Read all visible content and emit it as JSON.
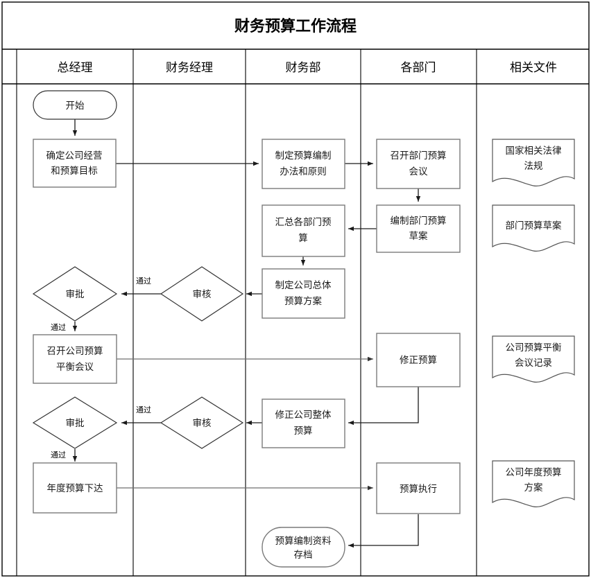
{
  "document": {
    "title": "财务预算工作流程"
  },
  "lanes": [
    {
      "id": "lane-general-manager",
      "label": "总经理"
    },
    {
      "id": "lane-finance-manager",
      "label": "财务经理"
    },
    {
      "id": "lane-finance-dept",
      "label": "财务部"
    },
    {
      "id": "lane-departments",
      "label": "各部门"
    },
    {
      "id": "lane-related-docs",
      "label": "相关文件"
    }
  ],
  "nodes": {
    "start": {
      "label": "开始",
      "shape": "terminator",
      "lane": "总经理"
    },
    "set_goals": {
      "label": "确定公司经营\n和预算目标",
      "line1": "确定公司经营",
      "line2": "和预算目标",
      "shape": "process",
      "lane": "总经理"
    },
    "budget_rules": {
      "line1": "制定预算编制",
      "line2": "办法和原则",
      "shape": "process",
      "lane": "财务部"
    },
    "dept_meeting": {
      "line1": "召开部门预算",
      "line2": "会议",
      "shape": "process",
      "lane": "各部门"
    },
    "dept_draft": {
      "line1": "编制部门预算",
      "line2": "草案",
      "shape": "process",
      "lane": "各部门"
    },
    "collect_budgets": {
      "line1": "汇总各部门预",
      "line2": "算",
      "shape": "process",
      "lane": "财务部"
    },
    "company_plan": {
      "line1": "制定公司总体",
      "line2": "预算方案",
      "shape": "process",
      "lane": "财务部"
    },
    "review_1": {
      "label": "审核",
      "shape": "decision",
      "lane": "财务经理"
    },
    "approve_1": {
      "label": "审批",
      "shape": "decision",
      "lane": "总经理"
    },
    "balance_meeting": {
      "line1": "召开公司预算",
      "line2": "平衡会议",
      "shape": "process",
      "lane": "总经理"
    },
    "revise_budget": {
      "label": "修正预算",
      "shape": "process",
      "lane": "各部门"
    },
    "revise_company": {
      "line1": "修正公司整体",
      "line2": "预算",
      "shape": "process",
      "lane": "财务部"
    },
    "review_2": {
      "label": "审核",
      "shape": "decision",
      "lane": "财务经理"
    },
    "approve_2": {
      "label": "审批",
      "shape": "decision",
      "lane": "总经理"
    },
    "issue_budget": {
      "label": "年度预算下达",
      "shape": "process",
      "lane": "总经理"
    },
    "execute_budget": {
      "label": "预算执行",
      "shape": "process",
      "lane": "各部门"
    },
    "archive": {
      "line1": "预算编制资料",
      "line2": "存档",
      "shape": "terminator",
      "lane": "财务部"
    }
  },
  "documents": [
    {
      "id": "doc-laws",
      "line1": "国家相关法律",
      "line2": "法规"
    },
    {
      "id": "doc-dept-draft",
      "line1": "部门预算草案",
      "line2": ""
    },
    {
      "id": "doc-balance-minutes",
      "line1": "公司预算平衡",
      "line2": "会议记录"
    },
    {
      "id": "doc-annual-plan",
      "line1": "公司年度预算",
      "line2": "方案"
    }
  ],
  "edge_labels": {
    "review1_to_approve1": "通过",
    "approve1_to_meeting": "通过",
    "review2_to_approve2": "通过",
    "approve2_to_issue": "通过"
  },
  "colors": {
    "background": "#ffffff",
    "border": "#000000",
    "shape_stroke": "#7a7a7a",
    "connector": "#6f6f6f",
    "text": "#1a1a1a"
  }
}
